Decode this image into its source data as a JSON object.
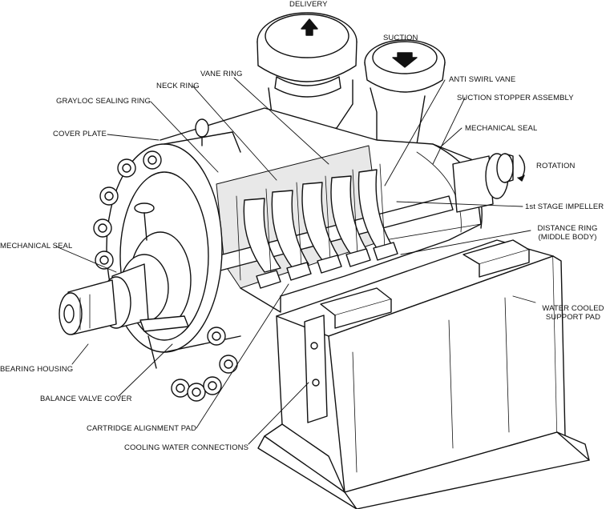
{
  "labels": {
    "delivery": "DELIVERY",
    "suction": "SUCTION",
    "vane_ring": "VANE RING",
    "neck_ring": "NECK RING",
    "anti_swirl_vane": "ANTI SWIRL VANE",
    "grayloc_sealing_ring": "GRAYLOC SEALING RING",
    "suction_stopper_assembly": "SUCTION STOPPER ASSEMBLY",
    "cover_plate": "COVER PLATE",
    "mechanical_seal_right": "MECHANICAL SEAL",
    "rotation": "ROTATION",
    "first_stage_impeller": "1st STAGE IMPELLER",
    "distance_ring_1": "DISTANCE RING",
    "distance_ring_2": "(MIDDLE BODY)",
    "mechanical_seal_left": "MECHANICAL SEAL",
    "water_cooled_1": "WATER COOLED",
    "water_cooled_2": "SUPPORT PAD",
    "bearing_housing": "BEARING HOUSING",
    "balance_valve_cover": "BALANCE VALVE COVER",
    "cartridge_alignment_pad": "CARTRIDGE ALIGNMENT PAD",
    "cooling_water_connections": "COOLING WATER CONNECTIONS"
  },
  "colors": {
    "line": "#111111",
    "paper": "#ffffff",
    "shade": "#cfcfcf"
  }
}
